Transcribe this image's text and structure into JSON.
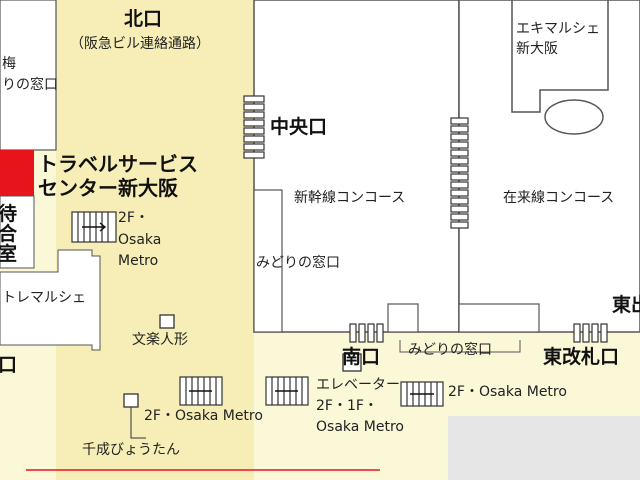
{
  "colors": {
    "concourse_fill": "#fbf8d8",
    "corridor_fill": "#f6eeb6",
    "wall": "#555555",
    "service_center": "#e8141c",
    "grey_block": "#e6e6e6",
    "text": "#222222"
  },
  "labels": {
    "north_exit": "北口",
    "north_exit_note": "（阪急ビル連絡通路）",
    "umeda_partial": "梅",
    "midori_partial": "りの窓口",
    "ekimarche": "エキマルシェ",
    "ekimarche_2": "新大阪",
    "travel_service_1": "トラベルサービス",
    "travel_service_2": "センター新大阪",
    "waiting_room_1": "待",
    "waiting_room_2": "合",
    "waiting_room_3": "室",
    "central_exit": "中央口",
    "shinkansen_concourse": "新幹線コンコース",
    "zairaisen_concourse": "在来線コンコース",
    "midori_window": "みどりの窓口",
    "south_midori_window": "みどりの窓口",
    "metro_2f_a1": "2F・",
    "metro_2f_a2": "Osaka",
    "metro_2f_a3": "Metro",
    "tore_marche": "トレマルシェ",
    "bunraku_doll": "文楽人形",
    "south_exit": "南口",
    "east_exit_partial": "東出",
    "east_gate": "東改札口",
    "metro_2f_b": "2F・Osaka Metro",
    "metro_2f_c": "2F・Osaka Metro",
    "elevator_1": "エレベーター",
    "elevator_2": "2F・1F・",
    "elevator_3": "Osaka Metro",
    "sennari_gourd": "千成びょうたん",
    "left_edge_partial": "口"
  },
  "icons": [
    "stairs-icon",
    "gate-icon",
    "elevator-icon",
    "landmark-marker-icon"
  ]
}
